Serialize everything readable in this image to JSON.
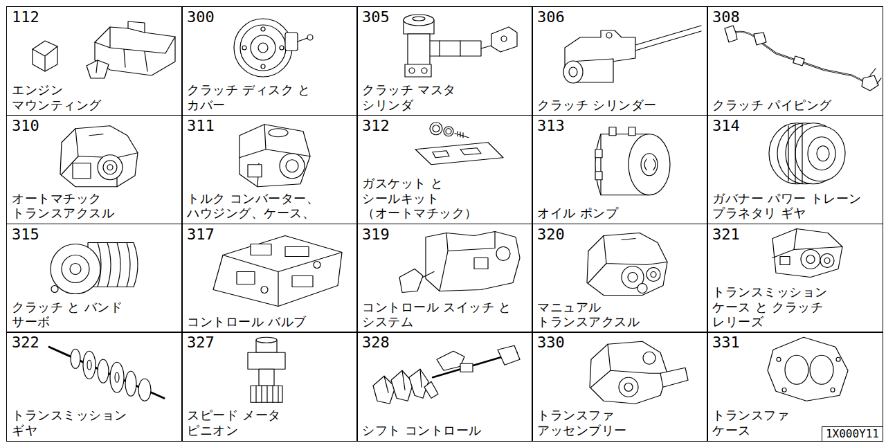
{
  "diagram": {
    "nodes": [
      {
        "text": [
          "112",
          "エンジン マウンティング"
        ]
      },
      {
        "text": [
          "300",
          "クラッチ ディスク と カバー"
        ]
      },
      {
        "text": [
          "305",
          "クラッチ マスタ シリンダ"
        ]
      },
      {
        "text": [
          "306",
          "クラッチ シリンダー"
        ]
      },
      {
        "text": [
          "308",
          "クラッチ パイピング"
        ]
      },
      {
        "text": [
          "310",
          "オートマチック トランスアクスル"
        ]
      },
      {
        "text": [
          "311",
          "トルク コンバーター、 ハウジング、ケース、"
        ]
      },
      {
        "text": [
          "312",
          "ガスケット と シールキット （オートマチック）"
        ]
      },
      {
        "text": [
          "313",
          "オイル ポンプ"
        ]
      },
      {
        "text": [
          "314",
          "ガバナー パワー トレーン プラネタリ ギヤ"
        ]
      },
      {
        "text": [
          "315",
          "クラッチ と バンド サーボ"
        ]
      },
      {
        "text": [
          "317",
          "コントロール バルブ"
        ]
      },
      {
        "text": [
          "319",
          "コントロール スイッチ と システム"
        ]
      },
      {
        "text": [
          "320",
          "マニュアル トランスアクスル"
        ]
      },
      {
        "text": [
          "321",
          "トランスミッション ケース と クラッチ レリーズ"
        ]
      },
      {
        "text": [
          "322",
          "トランスミッション ギヤ"
        ]
      },
      {
        "text": [
          "327",
          "スピード メータ ピニオン"
        ]
      },
      {
        "text": [
          "328",
          "シフト コントロール"
        ]
      },
      {
        "text": [
          "330",
          "トランスファ アッセンブリー"
        ]
      },
      {
        "text": [
          "331",
          "トランスファ ケース"
        ]
      },
      {
        "text": [
          "1X000Y11"
        ],
        "in": 19
      }
    ]
  }
}
